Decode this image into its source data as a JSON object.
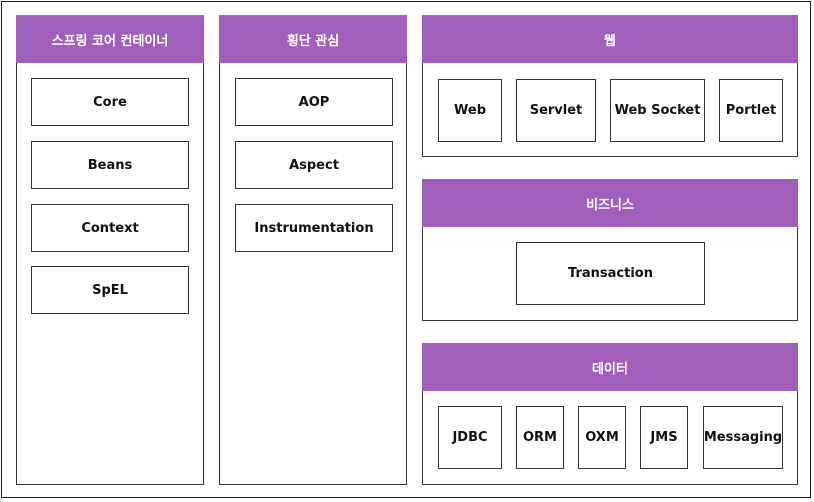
{
  "spring_core": {
    "title": "스프링 코어 컨테이너",
    "items": [
      "Core",
      "Beans",
      "Context",
      "SpEL"
    ]
  },
  "cross_cutting": {
    "title": "횡단 관심",
    "items": [
      "AOP",
      "Aspect",
      "Instrumentation"
    ]
  },
  "web": {
    "title": "웹",
    "items": [
      "Web",
      "Servlet",
      "Web Socket",
      "Portlet"
    ]
  },
  "business": {
    "title": "비즈니스",
    "items": [
      "Transaction"
    ]
  },
  "data": {
    "title": "데이터",
    "items": [
      "JDBC",
      "ORM",
      "OXM",
      "JMS",
      "Messaging"
    ]
  }
}
